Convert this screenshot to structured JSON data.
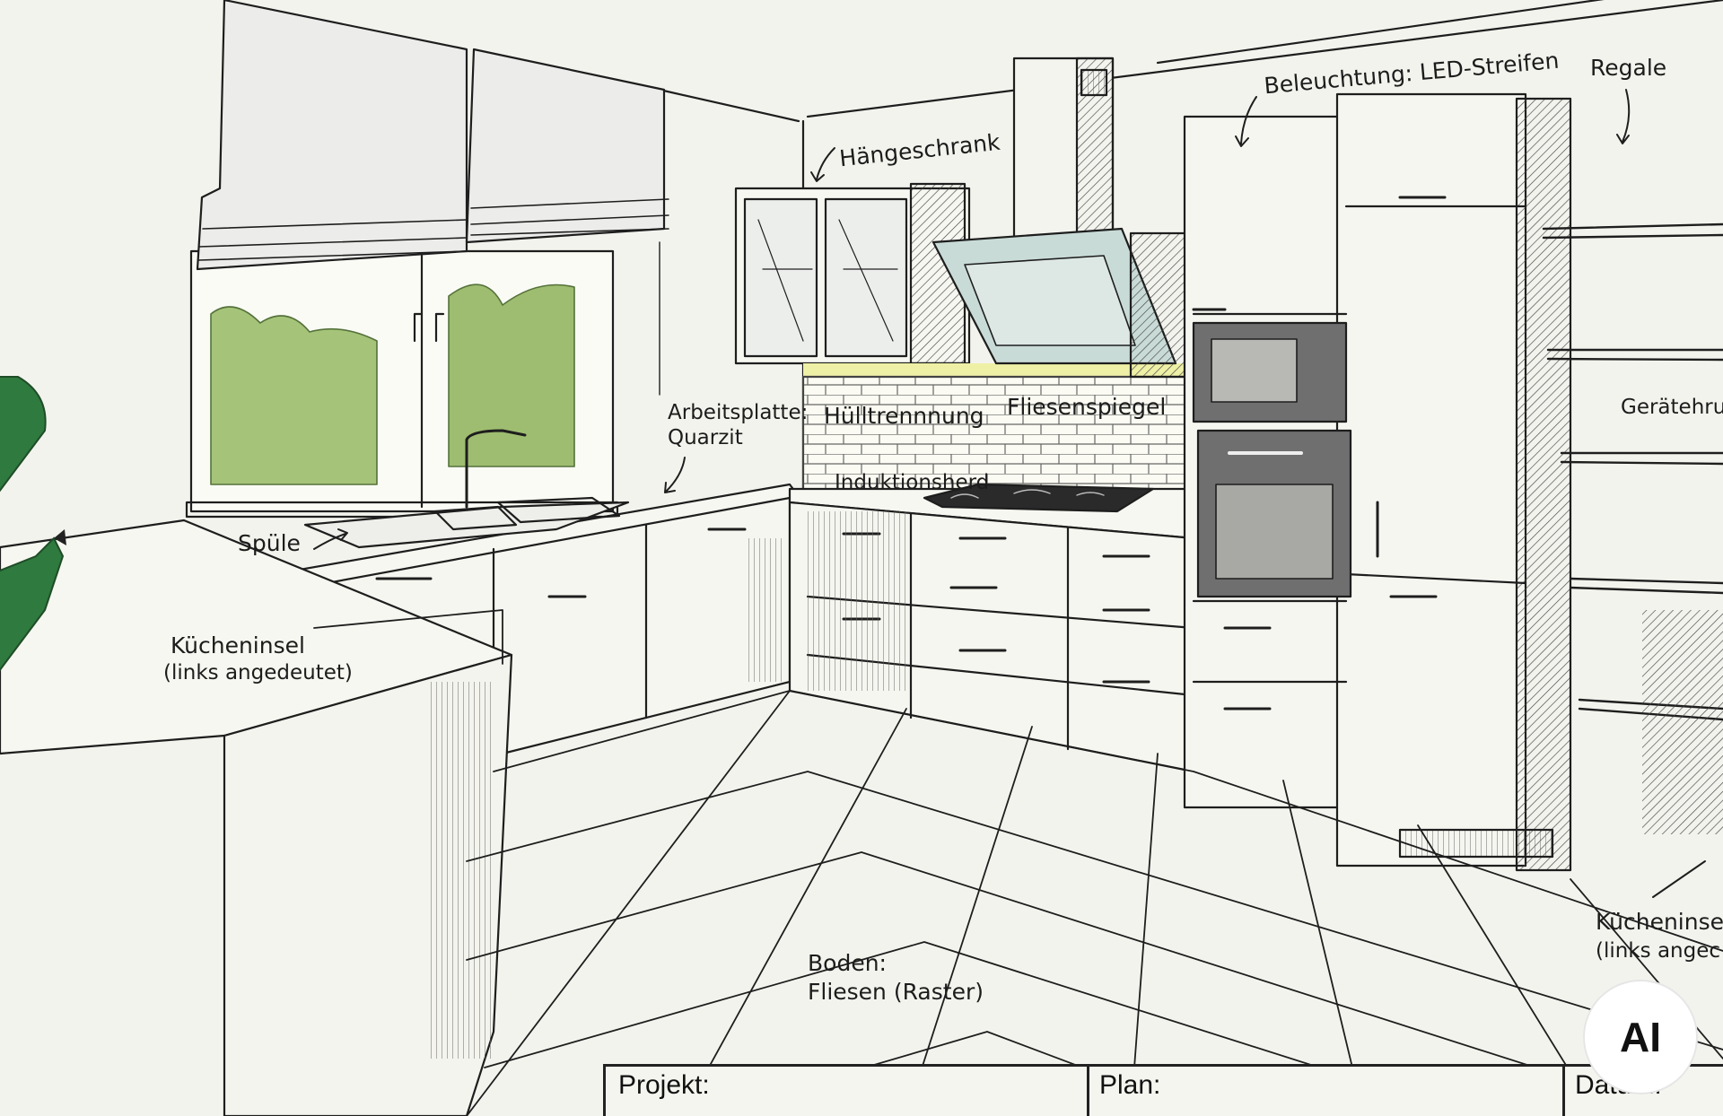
{
  "labels": {
    "lighting": "Beleuchtung: LED-Streifen",
    "shelves": "Regale",
    "wall_cabinet": "Hängeschrank",
    "worktop_line1": "Arbeitsplatte:",
    "worktop_line2": "Quarzit",
    "hull_separation": "Hülltrennnung",
    "splashback": "Fliesenspiegel",
    "induction_hob": "Induktionsherd",
    "appliance_housing": "Gerätehrui",
    "sink": "Spüle",
    "island_left_line1": "Kücheninsel",
    "island_left_line2": "(links angedeutet)",
    "island_right_line1": "Kücheninsel",
    "island_right_line2": "(links angec",
    "floor_line1": "Boden:",
    "floor_line2": "Fliesen (Raster)"
  },
  "title_block": {
    "project_label": "Projekt:",
    "plan_label": "Plan:",
    "date_label": "Datum:"
  },
  "badge": {
    "text": "AI"
  },
  "colors": {
    "paper": "#f3f3ee",
    "ink": "#1e1e1e",
    "foliage": "#a6c479",
    "led_glow": "#eef0a6",
    "hood_glass": "#c9dbd7",
    "marker_green": "#2f7a3e"
  }
}
